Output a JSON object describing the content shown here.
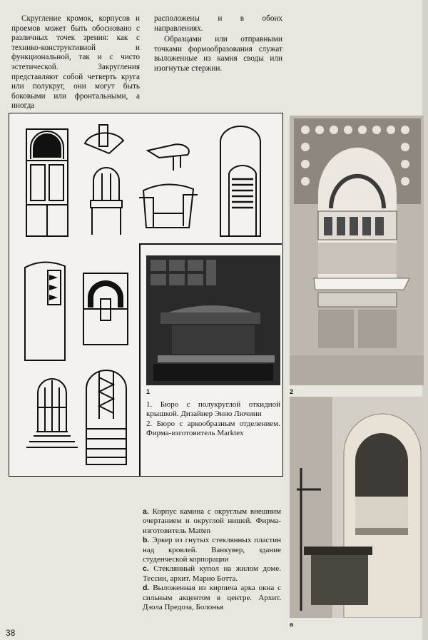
{
  "intro": {
    "left_paragraph": "Скругление кромок, корпусов и проемов может быть обосновано с различных точек зрения: как с технико-конструктивной и функциональной, так и с чисто эстетической. Закругления представляют собой четверть круга или полукруг, они могут быть боковыми или фронтальными, а иногда",
    "right_paragraph_1": "расположены и в обоих направлениях.",
    "right_paragraph_2": "Образцами или отправными точками формообразования служат выложенные из камня своды или изогнутые стержни."
  },
  "figure_numbers": {
    "photo1": "1",
    "photo2": "2",
    "photo_a": "a"
  },
  "captions_1_2": {
    "item1": "1. Бюро с полукруглой откидной крышкой. Дизайнер Энно Лючини",
    "item2": "2. Бюро с аркообразным отделением. Фирма-изготовитель Marktex"
  },
  "captions_abcd": {
    "a_letter": "a.",
    "a_text": "Корпус камина с округлым внешним очертанием и округлой нишей. Фирма-изготовитель Matten",
    "b_letter": "b.",
    "b_text": "Эркер из гнутых стеклянных пластин над кровлей. Ванкувер, здание студенческой корпорации",
    "c_letter": "c.",
    "c_text": "Стеклянный купол на жилом доме. Тессин, архит. Марио Ботта.",
    "d_letter": "d.",
    "d_text": "Выложенная из кирпича арка окна с сильным акцентом в центре. Архит. Дзола Предоза, Болонья"
  },
  "page_number": "38"
}
